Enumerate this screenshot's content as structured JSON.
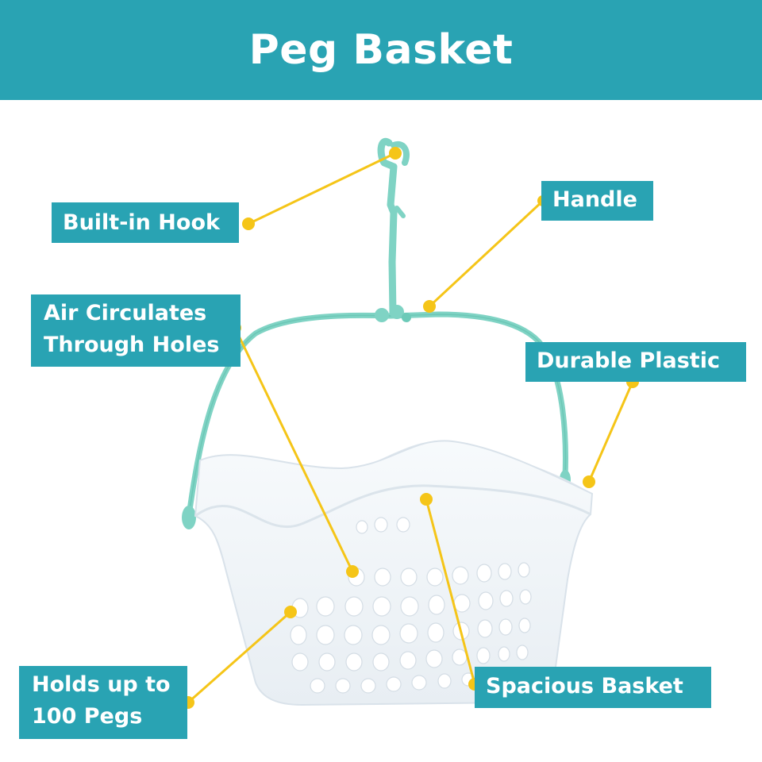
{
  "header": {
    "title": "Peg Basket"
  },
  "callouts": {
    "built_in_hook": "Built-in Hook",
    "handle": "Handle",
    "air_line1": "Air Circulates",
    "air_line2": "Through Holes",
    "durable_plastic": "Durable Plastic",
    "holds_line1": "Holds up to",
    "holds_line2": "100 Pegs",
    "spacious_basket": "Spacious Basket"
  },
  "colors": {
    "brand_teal": "#29a3b3",
    "leader_yellow": "#f5c518",
    "handle_mint": "#7fd3c4",
    "basket_white": "#f2f6f9"
  }
}
